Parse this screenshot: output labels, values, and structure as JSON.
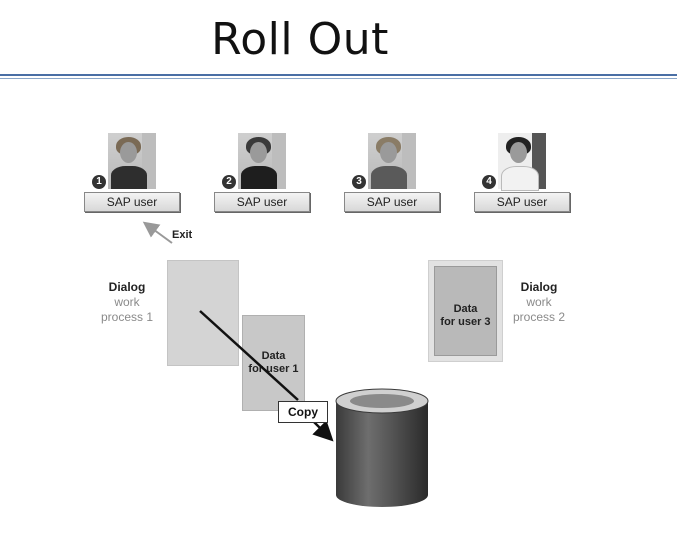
{
  "title": "Roll Out",
  "users": [
    {
      "number": "1",
      "label": "SAP user"
    },
    {
      "number": "2",
      "label": "SAP user"
    },
    {
      "number": "3",
      "label": "SAP user"
    },
    {
      "number": "4",
      "label": "SAP user"
    }
  ],
  "exit_label": "Exit",
  "dialog_wp1": {
    "line1": "Dialog",
    "line2": "work",
    "line3": "process 1"
  },
  "dialog_wp2": {
    "line1": "Dialog",
    "line2": "work",
    "line3": "process 2"
  },
  "data_user1": {
    "line1": "Data",
    "line2": "for user 1"
  },
  "data_user3": {
    "line1": "Data",
    "line2": "for user 3"
  },
  "copy_label": "Copy",
  "colors": {
    "rule": "#4a6fa5",
    "rule_light": "#8aa6c8"
  },
  "icons": [
    "person-photo-icon",
    "database-cylinder-icon",
    "arrow-icon"
  ]
}
